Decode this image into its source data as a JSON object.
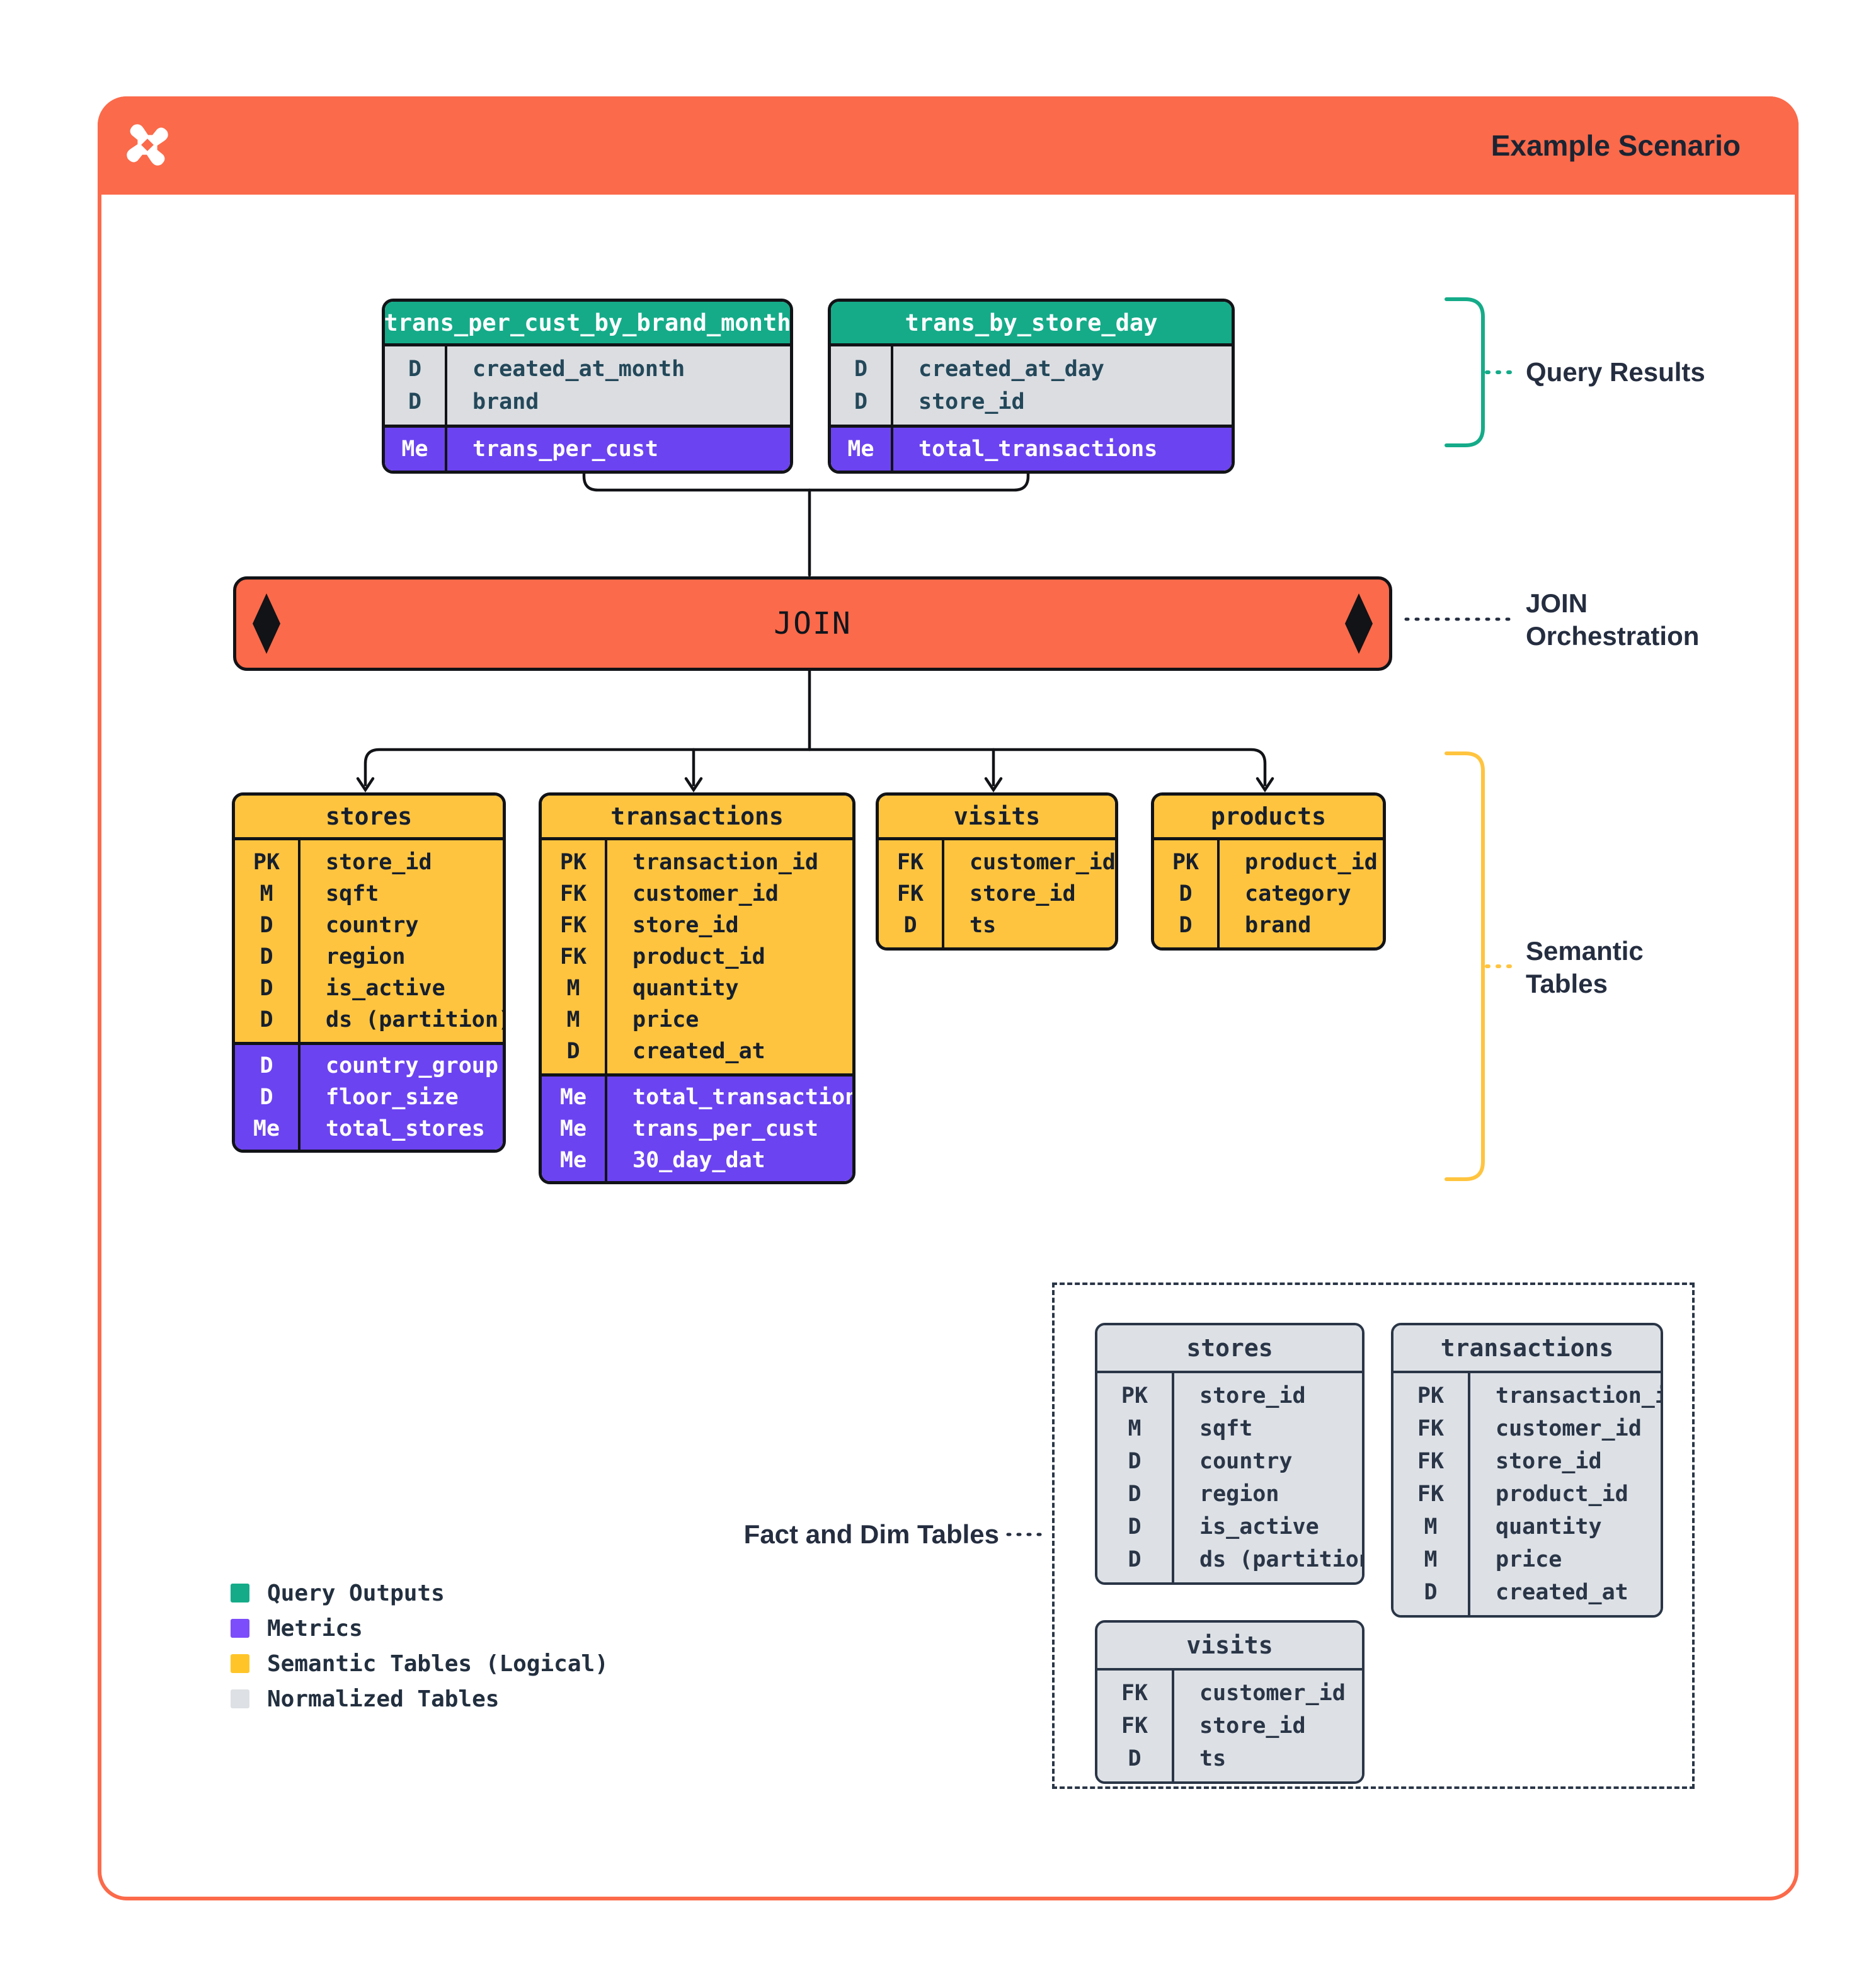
{
  "header": {
    "title": "Example Scenario"
  },
  "icons": {
    "logo": "pinwheel-x-logo"
  },
  "join_bar": {
    "label": "JOIN"
  },
  "annotations": {
    "query_results": "Query Results",
    "join_orchestration_line1": "JOIN",
    "join_orchestration_line2": "Orchestration",
    "semantic_tables_line1": "Semantic",
    "semantic_tables_line2": "Tables",
    "fact_dim": "Fact and Dim Tables"
  },
  "colors": {
    "orange": "#FB6A4A",
    "green": "#15AB89",
    "purple": "#6C43F0",
    "yellow": "#FFC43F",
    "gray_row": "#DBDDE1",
    "gray_table": "#DDE1E6",
    "navy": "#252E40",
    "line_black": "#111317"
  },
  "query_tables": [
    {
      "name": "trans_per_cust_by_brand_month",
      "rows": [
        {
          "key": "D",
          "field": "created_at_month"
        },
        {
          "key": "D",
          "field": "brand"
        }
      ],
      "metrics": [
        {
          "key": "Me",
          "field": "trans_per_cust"
        }
      ]
    },
    {
      "name": "trans_by_store_day",
      "rows": [
        {
          "key": "D",
          "field": "created_at_day"
        },
        {
          "key": "D",
          "field": "store_id"
        }
      ],
      "metrics": [
        {
          "key": "Me",
          "field": "total_transactions"
        }
      ]
    }
  ],
  "semantic_tables": [
    {
      "name": "stores",
      "rows": [
        {
          "key": "PK",
          "field": "store_id"
        },
        {
          "key": "M",
          "field": "sqft"
        },
        {
          "key": "D",
          "field": "country"
        },
        {
          "key": "D",
          "field": "region"
        },
        {
          "key": "D",
          "field": "is_active"
        },
        {
          "key": "D",
          "field": "ds (partition)"
        }
      ],
      "metrics": [
        {
          "key": "D",
          "field": "country_group"
        },
        {
          "key": "D",
          "field": "floor_size"
        },
        {
          "key": "Me",
          "field": "total_stores"
        }
      ]
    },
    {
      "name": "transactions",
      "rows": [
        {
          "key": "PK",
          "field": "transaction_id"
        },
        {
          "key": "FK",
          "field": "customer_id"
        },
        {
          "key": "FK",
          "field": "store_id"
        },
        {
          "key": "FK",
          "field": "product_id"
        },
        {
          "key": "M",
          "field": "quantity"
        },
        {
          "key": "M",
          "field": "price"
        },
        {
          "key": "D",
          "field": "created_at"
        }
      ],
      "metrics": [
        {
          "key": "Me",
          "field": "total_transactions"
        },
        {
          "key": "Me",
          "field": "trans_per_cust"
        },
        {
          "key": "Me",
          "field": "30_day_dat"
        }
      ]
    },
    {
      "name": "visits",
      "rows": [
        {
          "key": "FK",
          "field": "customer_id"
        },
        {
          "key": "FK",
          "field": "store_id"
        },
        {
          "key": "D",
          "field": "ts"
        }
      ],
      "metrics": []
    },
    {
      "name": "products",
      "rows": [
        {
          "key": "PK",
          "field": "product_id"
        },
        {
          "key": "D",
          "field": "category"
        },
        {
          "key": "D",
          "field": "brand"
        }
      ],
      "metrics": []
    }
  ],
  "normalized_tables": [
    {
      "name": "stores",
      "rows": [
        {
          "key": "PK",
          "field": "store_id"
        },
        {
          "key": "M",
          "field": "sqft"
        },
        {
          "key": "D",
          "field": "country"
        },
        {
          "key": "D",
          "field": "region"
        },
        {
          "key": "D",
          "field": "is_active"
        },
        {
          "key": "D",
          "field": "ds (partition)"
        }
      ],
      "metrics": []
    },
    {
      "name": "transactions",
      "rows": [
        {
          "key": "PK",
          "field": "transaction_id"
        },
        {
          "key": "FK",
          "field": "customer_id"
        },
        {
          "key": "FK",
          "field": "store_id"
        },
        {
          "key": "FK",
          "field": "product_id"
        },
        {
          "key": "M",
          "field": "quantity"
        },
        {
          "key": "M",
          "field": "price"
        },
        {
          "key": "D",
          "field": "created_at"
        }
      ],
      "metrics": []
    },
    {
      "name": "visits",
      "rows": [
        {
          "key": "FK",
          "field": "customer_id"
        },
        {
          "key": "FK",
          "field": "store_id"
        },
        {
          "key": "D",
          "field": "ts"
        }
      ],
      "metrics": []
    }
  ],
  "legend": [
    {
      "swatch": "green",
      "label": "Query Outputs"
    },
    {
      "swatch": "purple",
      "label": "Metrics"
    },
    {
      "swatch": "yellow",
      "label": "Semantic Tables (Logical)"
    },
    {
      "swatch": "gray",
      "label": "Normalized Tables"
    }
  ]
}
